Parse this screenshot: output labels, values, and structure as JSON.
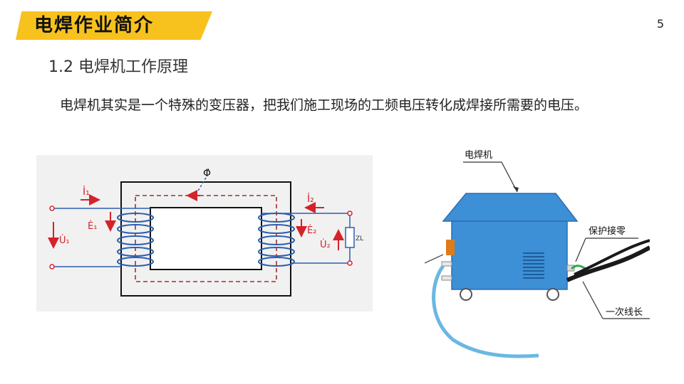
{
  "header": {
    "title": "电焊作业简介",
    "page_number": "5"
  },
  "section": {
    "subtitle": "1.2 电焊机工作原理",
    "body": "电焊机其实是一个特殊的变压器，把我们施工现场的工频电压转化成焊接所需要的电压。"
  },
  "transformer_diagram": {
    "phi": "Φ̇",
    "i1": "İ₁",
    "i2": "İ₂",
    "e1": "Ė₁",
    "e2": "Ė₂",
    "u1": "U̇₁",
    "u2": "U̇₂",
    "zl": "ZL"
  },
  "welder_illustration": {
    "label_machine": "电焊机",
    "label_ground": "保护接零",
    "label_cable": "一次线长"
  },
  "colors": {
    "banner": "#f7c21e",
    "machine_blue": "#3d8fd6",
    "coil_blue": "#2a5fb0",
    "red": "#d4232a"
  }
}
